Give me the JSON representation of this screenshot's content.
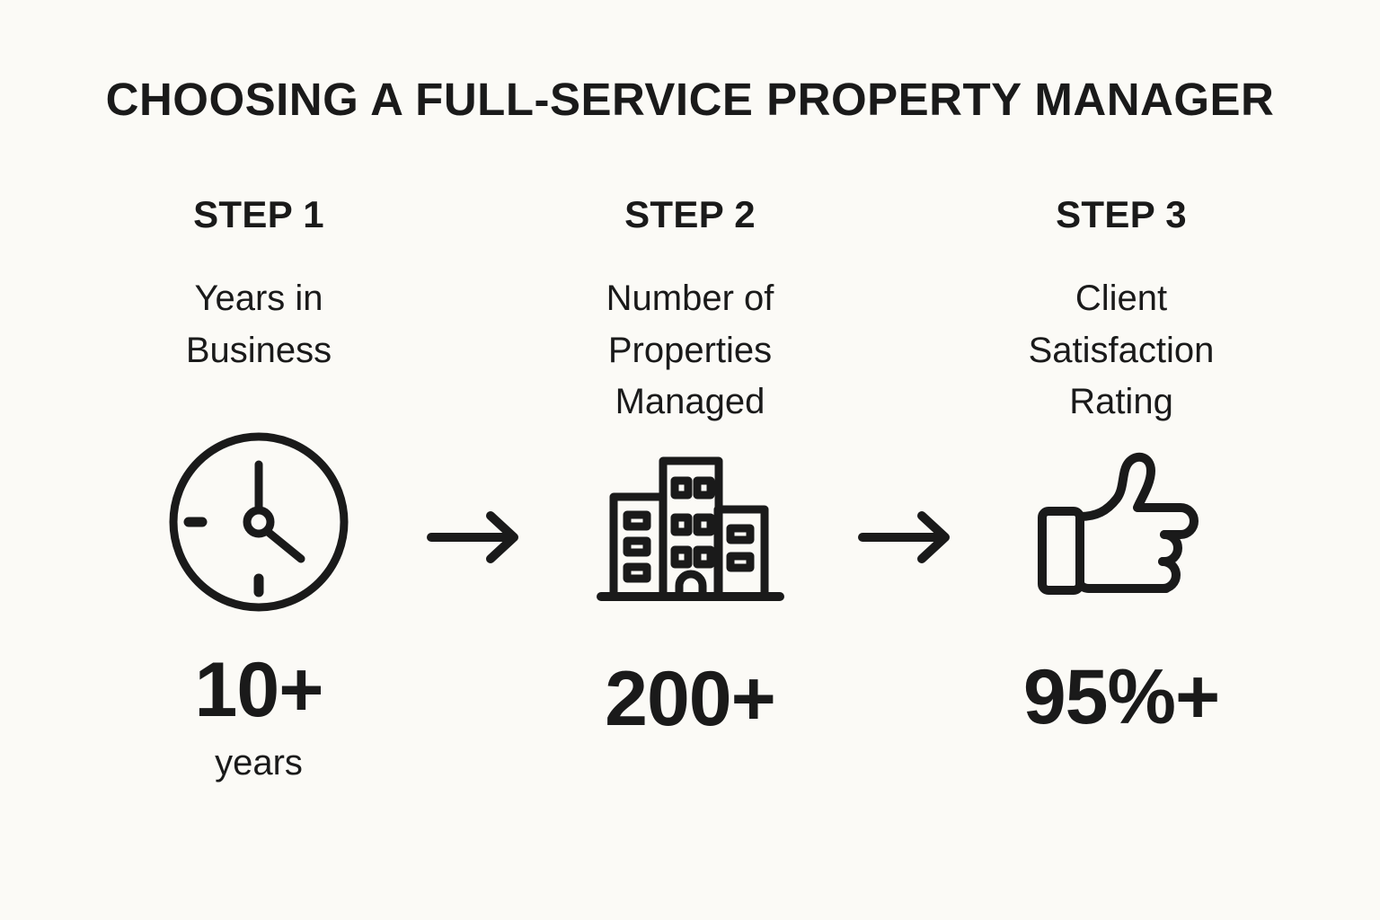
{
  "page": {
    "title": "CHOOSING A FULL-SERVICE PROPERTY MANAGER",
    "background_color": "#FBFAF6",
    "ink_color": "#1A1A1A"
  },
  "steps": [
    {
      "label": "STEP 1",
      "description": "Years in\nBusiness",
      "description_lines": [
        "Years in",
        "Business"
      ],
      "icon": "clock-icon",
      "stat": "10+",
      "unit": "years"
    },
    {
      "label": "STEP 2",
      "description": "Number of\nProperties\nManaged",
      "description_lines": [
        "Number of",
        "Properties",
        "Managed"
      ],
      "icon": "buildings-icon",
      "stat": "200+",
      "unit": ""
    },
    {
      "label": "STEP 3",
      "description": "Client\nSatisfaction\nRating",
      "description_lines": [
        "Client",
        "Satisfaction",
        "Rating"
      ],
      "icon": "thumbs-up-icon",
      "stat": "95%+",
      "unit": ""
    }
  ],
  "connectors": [
    {
      "icon": "arrow-right-icon"
    },
    {
      "icon": "arrow-right-icon"
    }
  ]
}
